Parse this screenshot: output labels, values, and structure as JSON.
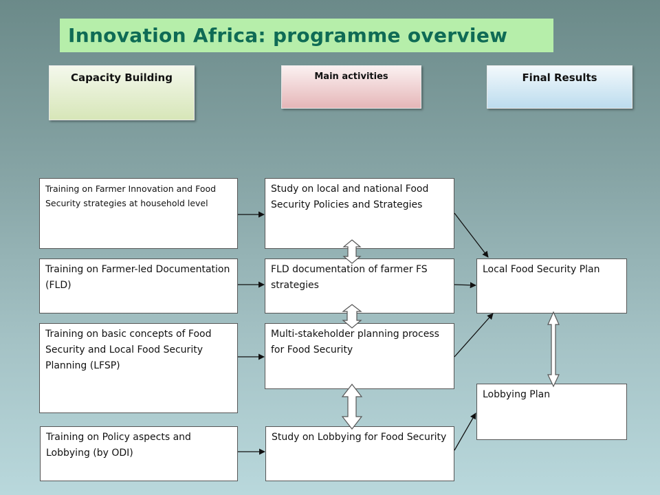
{
  "title": "Innovation Africa: programme overview",
  "headers": {
    "capacity_building": "Capacity Building",
    "main_activities": "Main activities",
    "final_results": "Final Results"
  },
  "capacity_building": [
    "Training on Farmer Innovation and Food Security strategies at household level",
    "Training on Farmer-led Documentation (FLD)",
    "Training on basic concepts of Food Security and Local Food Security Planning (LFSP)",
    "Training on Policy aspects and Lobbying (by ODI)"
  ],
  "main_activities": [
    "Study on local and national Food Security Policies and Strategies",
    "FLD documentation of farmer FS strategies",
    "Multi-stakeholder planning process for Food Security",
    "Study on Lobbying for Food Security"
  ],
  "final_results": [
    "Local Food Security Plan",
    "Lobbying Plan"
  ]
}
